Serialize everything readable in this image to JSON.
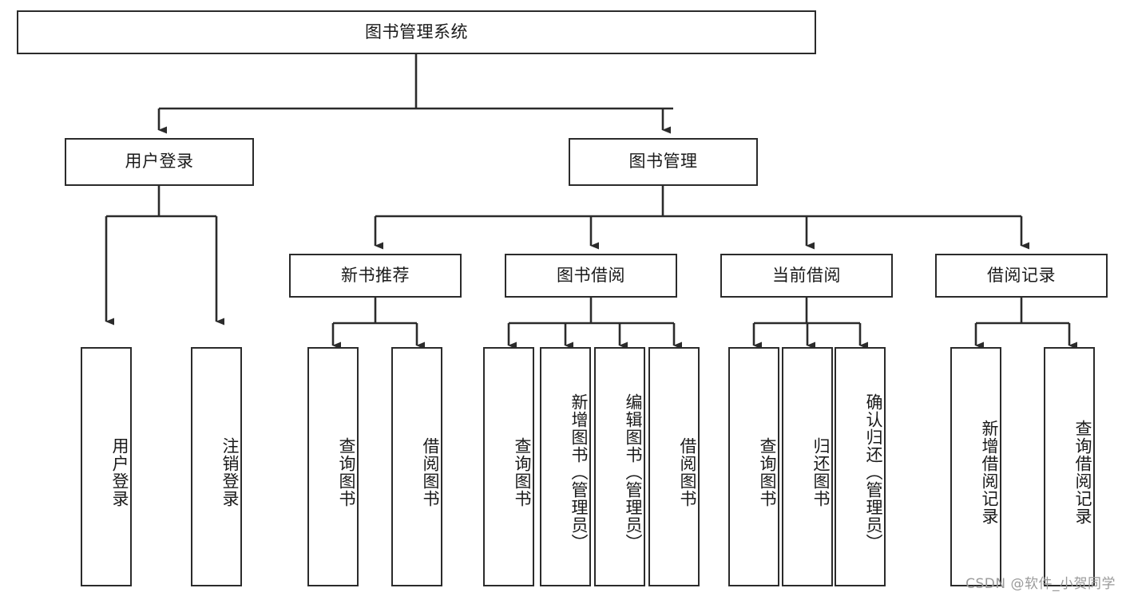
{
  "diagram": {
    "title": "图书管理系统",
    "type": "hierarchy-tree",
    "arrow_color": "#2b2b2b",
    "box_border_color": "#2b2b2b",
    "background_color": "#ffffff",
    "root": {
      "label": "图书管理系统"
    },
    "level1": [
      {
        "label": "用户登录"
      },
      {
        "label": "图书管理"
      }
    ],
    "level2": [
      {
        "label": "新书推荐"
      },
      {
        "label": "图书借阅"
      },
      {
        "label": "当前借阅"
      },
      {
        "label": "借阅记录"
      }
    ],
    "leaves": {
      "user_login": [
        {
          "label": "用户登录"
        },
        {
          "label": "注销登录"
        }
      ],
      "new_book_recommend": [
        {
          "label": "查询图书"
        },
        {
          "label": "借阅图书"
        }
      ],
      "book_borrow": [
        {
          "label": "查询图书"
        },
        {
          "label": "新增图书（管理员）"
        },
        {
          "label": "编辑图书（管理员）"
        },
        {
          "label": "借阅图书"
        }
      ],
      "current_borrow": [
        {
          "label": "查询图书"
        },
        {
          "label": "归还图书"
        },
        {
          "label": "确认归还（管理员）"
        }
      ],
      "borrow_record": [
        {
          "label": "新增借阅记录"
        },
        {
          "label": "查询借阅记录"
        }
      ]
    }
  },
  "watermark": {
    "text": "CSDN @软件_小贺同学"
  }
}
